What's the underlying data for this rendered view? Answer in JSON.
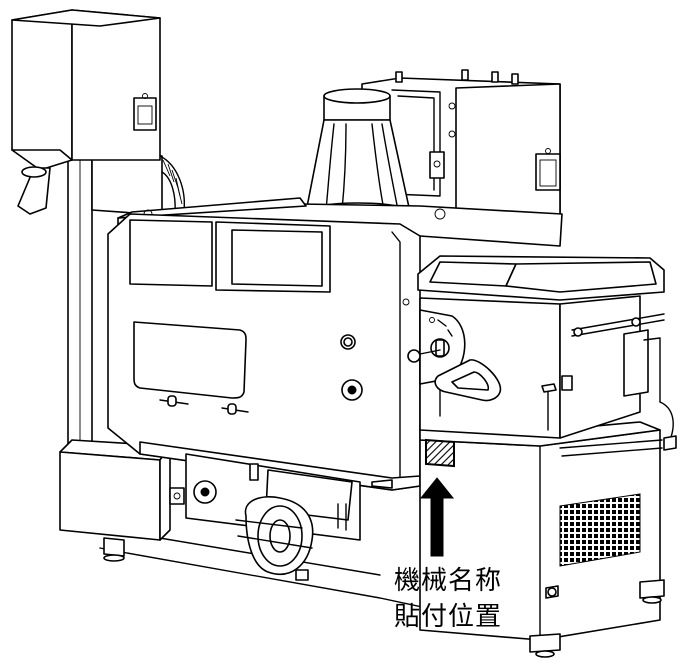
{
  "figure": {
    "caption_lines": [
      "機械名称",
      "貼付位置"
    ],
    "label_plate_pattern": "hatched",
    "arrow_color": "#000000",
    "line_color": "#000000",
    "background": "#ffffff"
  }
}
